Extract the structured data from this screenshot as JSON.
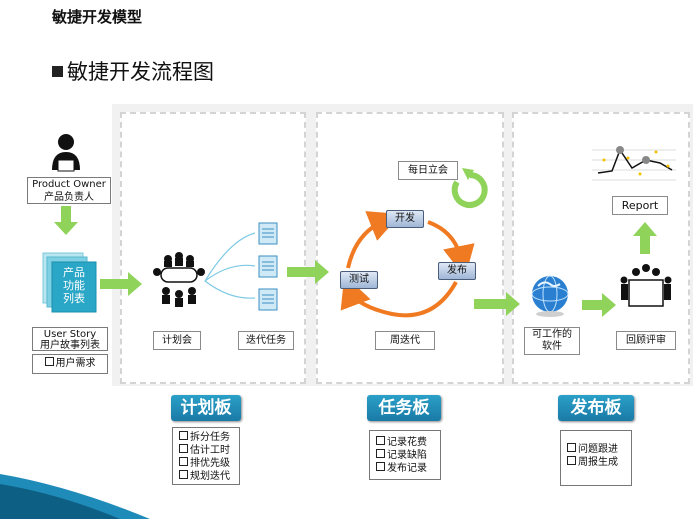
{
  "header": {
    "title": "敏捷开发模型",
    "subtitle": "敏捷开发流程图"
  },
  "left": {
    "product_owner": {
      "en": "Product Owner",
      "zh": "产品负责人"
    },
    "backlog_stack": [
      "产品",
      "功能",
      "列表"
    ],
    "user_story": {
      "en": "User Story",
      "zh": "用户故事列表"
    },
    "user_requirement": "用户需求"
  },
  "planning": {
    "meeting": "计划会",
    "tasks": "迭代任务"
  },
  "iteration": {
    "daily": "每日立会",
    "develop": "开发",
    "test": "测试",
    "release": "发布",
    "label": "周迭代"
  },
  "delivery": {
    "software_line1": "可工作的",
    "software_line2": "软件",
    "review": "回顾评审",
    "report": "Report"
  },
  "boards": [
    {
      "title": "计划板",
      "items": [
        "拆分任务",
        "估计工时",
        "排优先级",
        "规划迭代"
      ]
    },
    {
      "title": "任务板",
      "items": [
        "记录花费",
        "记录缺陷",
        "发布记录"
      ]
    },
    {
      "title": "发布板",
      "items": [
        "问题跟进",
        "周报生成"
      ]
    }
  ],
  "colors": {
    "arrow_green": "#8fd35a",
    "cycle_orange": "#f07a22",
    "board_blue": "#1f8bb8",
    "backlog_cyan": "#2aa6c6"
  }
}
